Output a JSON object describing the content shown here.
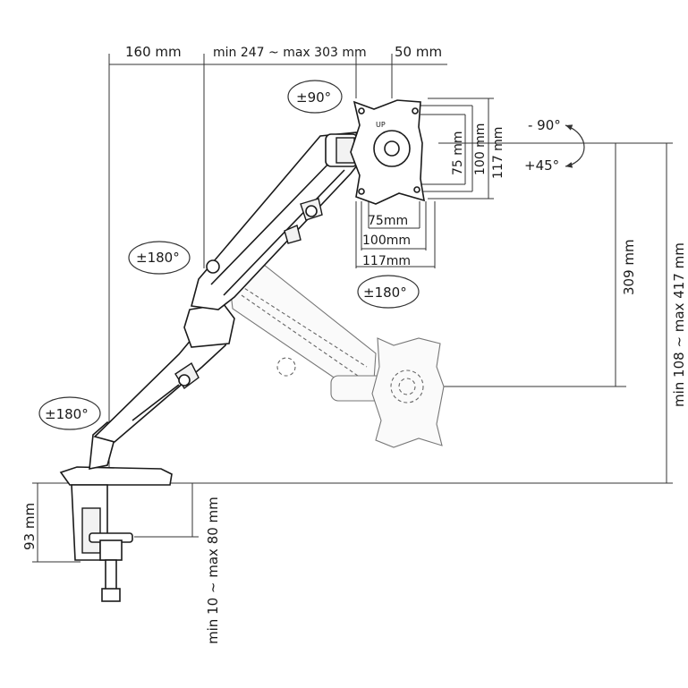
{
  "dimensions": {
    "reach_base": "160 mm",
    "reach_range": "min 247 ~ max 303 mm",
    "reach_head": "50 mm",
    "vesa_75_h": "75 mm",
    "vesa_100_h": "100 mm",
    "vesa_117_h": "117 mm",
    "vesa_75_w": "75mm",
    "vesa_100_w": "100mm",
    "vesa_117_w": "117mm",
    "arm_drop": "309 mm",
    "height_range": "min 108 ~ max 417 mm",
    "clamp_height": "93 mm",
    "desk_thickness": "min 10 ~ max 80 mm"
  },
  "rotations": {
    "head_swivel": "±90°",
    "mid_joint": "±180°",
    "plate_rotation": "±180°",
    "base_joint": "±180°",
    "tilt_up": "- 90°",
    "tilt_down": "+45°"
  },
  "plate_mark": "UP"
}
